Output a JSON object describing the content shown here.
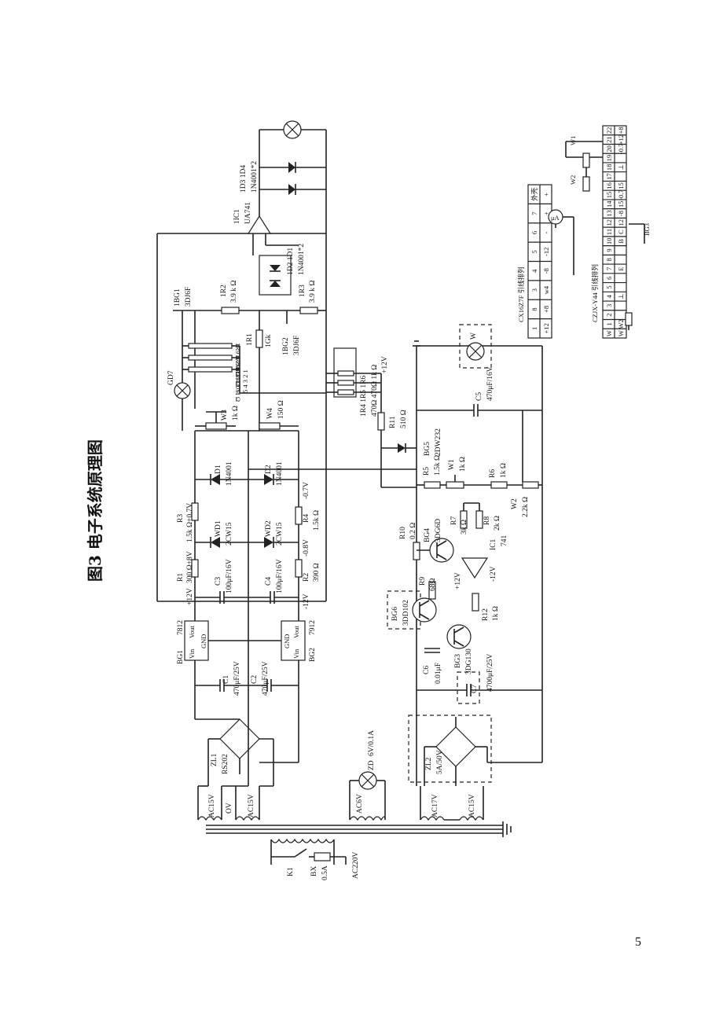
{
  "figure": {
    "title": "图3   电子系统原理图",
    "page_number": "5"
  },
  "labels": {
    "lamp_top": "",
    "ic1_name": "1IC1",
    "ic1_part": "UA741",
    "d34": "1D3  1D4",
    "d34_part": "1N4001*2",
    "d12": "1D2  1D1",
    "d12_part": "1N4001*2",
    "bg1_name": "1BG1",
    "bg1_part": "3DJ6F",
    "bg2_name": "1BG2",
    "bg2_part": "3DJ6F",
    "r2": "1R2",
    "r2v": "3.9 k Ω",
    "r3": "1R3",
    "r3v": "3.9 k Ω",
    "r1": "1R1",
    "r1v": "1Gk",
    "r9": "1R9  4.7M Ω",
    "r8": "1R8  47M Ω",
    "r7": "1R7  470M Ω",
    "gd7": "GD7",
    "sw_nums": "5  4  3  2  1",
    "r456": "1R4  1R5  1R6",
    "r456v": "470Ω  470Ω  1k Ω",
    "p12": "+12V",
    "w3": "W3",
    "w3v": "1k Ω",
    "w4": "W4",
    "w4v": "150 Ω",
    "d1": "D1",
    "d1p": "1N4001",
    "d2": "D2",
    "d2p": "1N4001",
    "r3b": "R3",
    "r3bv": "1.5k Ω+0.7V",
    "wd1": "WD1",
    "wd1p": "2CW15",
    "wd2": "WD2",
    "wd2p": "2CW15",
    "r4": "R4",
    "r4v": "1.5k Ω",
    "m07": "-0.7V",
    "r1b": "R1",
    "r1bv": "300 Ω+8V",
    "r2b": "R2",
    "r2bv": "390 Ω",
    "m08": "-0.8V",
    "c3": "C3",
    "c3v": "100μF/16V",
    "c4": "C4",
    "c4v": "100μF/16V",
    "p12b": "+12V",
    "m12b": "-12V",
    "bg1b": "BG1",
    "bg1bp": "7812",
    "bg2b": "BG2",
    "bg2bp": "7912",
    "vin": "Vin",
    "vout": "Vout",
    "gnd": "GND",
    "c1": "C1",
    "c1v": "470μF/25V",
    "c2": "C2",
    "c2v": "470μF/25V",
    "zl1": "ZL1",
    "zl1p": "RS202",
    "ac15a": "AC15V",
    "ov": "OV",
    "ac15b": "AC15V",
    "zd": "ZD",
    "zdp": "6V/0.1A",
    "ac6": "AC6V",
    "k1": "K1",
    "bx": "BX",
    "bxv": "0.5A",
    "ac220": "AC220V",
    "r11": "R11",
    "r11v": "510 Ω",
    "bg5": "BG5",
    "bg5p": "2DW232",
    "c5": "C5",
    "c5v": "470μF/16V",
    "w_lamp": "W",
    "r5": "R5",
    "r5v": "1.5k Ω",
    "w1": "W1",
    "w1v": "1k Ω",
    "r6": "R6",
    "r6v": "1k Ω",
    "w2": "W2",
    "w2v": "2.2k Ω",
    "r10": "R10",
    "r10v": "0.2 Ω",
    "bg4": "BG4",
    "bg4p": "3DG6D",
    "r7b": "R7",
    "r7bv": "3k Ω",
    "r8b": "R8",
    "r8bv": "2k Ω",
    "ic1b": "IC1",
    "ic1bp": "741",
    "m12c": "-12V",
    "p12c": "+12V",
    "bg6": "BG6",
    "bg6p": "3DD102",
    "r9b": "R9",
    "r9bv": "68Ω",
    "r12": "R12",
    "r12v": "1k Ω",
    "bg3": "BG3",
    "bg3p": "3DG130",
    "c6": "C6",
    "c6v": "0.01μF",
    "c7": "C7",
    "c7v": "4700μF/25V",
    "zl2": "ZL2",
    "zl2p": "5A/50V",
    "ac17": "AC17V",
    "ac15c": "AC15V",
    "cx_caption": "CX16Z7F  引线排列",
    "cz_caption": "CZJX-Y44  引线排列",
    "ua": "μA",
    "bg3_small": "BG3",
    "w1_small": "W1",
    "w2_small": "W2"
  },
  "cx_table": {
    "row1": [
      "1",
      "8",
      "3",
      "4",
      "5",
      "6",
      "7",
      "外壳"
    ],
    "row2": [
      "+12",
      "+8",
      "w4",
      "-8",
      "-12",
      "-",
      "+",
      "+"
    ]
  },
  "cz_table": {
    "row1": [
      "W",
      "1",
      "2",
      "3",
      "4",
      "5",
      "6",
      "7",
      "8",
      "9",
      "10",
      "11",
      "12",
      "13",
      "14",
      "15",
      "16",
      "17",
      "18",
      "19",
      "20",
      "21",
      "22"
    ],
    "row2": [
      "W",
      "W2",
      "",
      "",
      "⊥",
      "",
      "",
      "E",
      "",
      "",
      "B",
      "C",
      "12",
      "-8",
      "15",
      "-0.7",
      "15",
      "",
      "⊥",
      "",
      "-0.7",
      "+12",
      "+8"
    ]
  }
}
